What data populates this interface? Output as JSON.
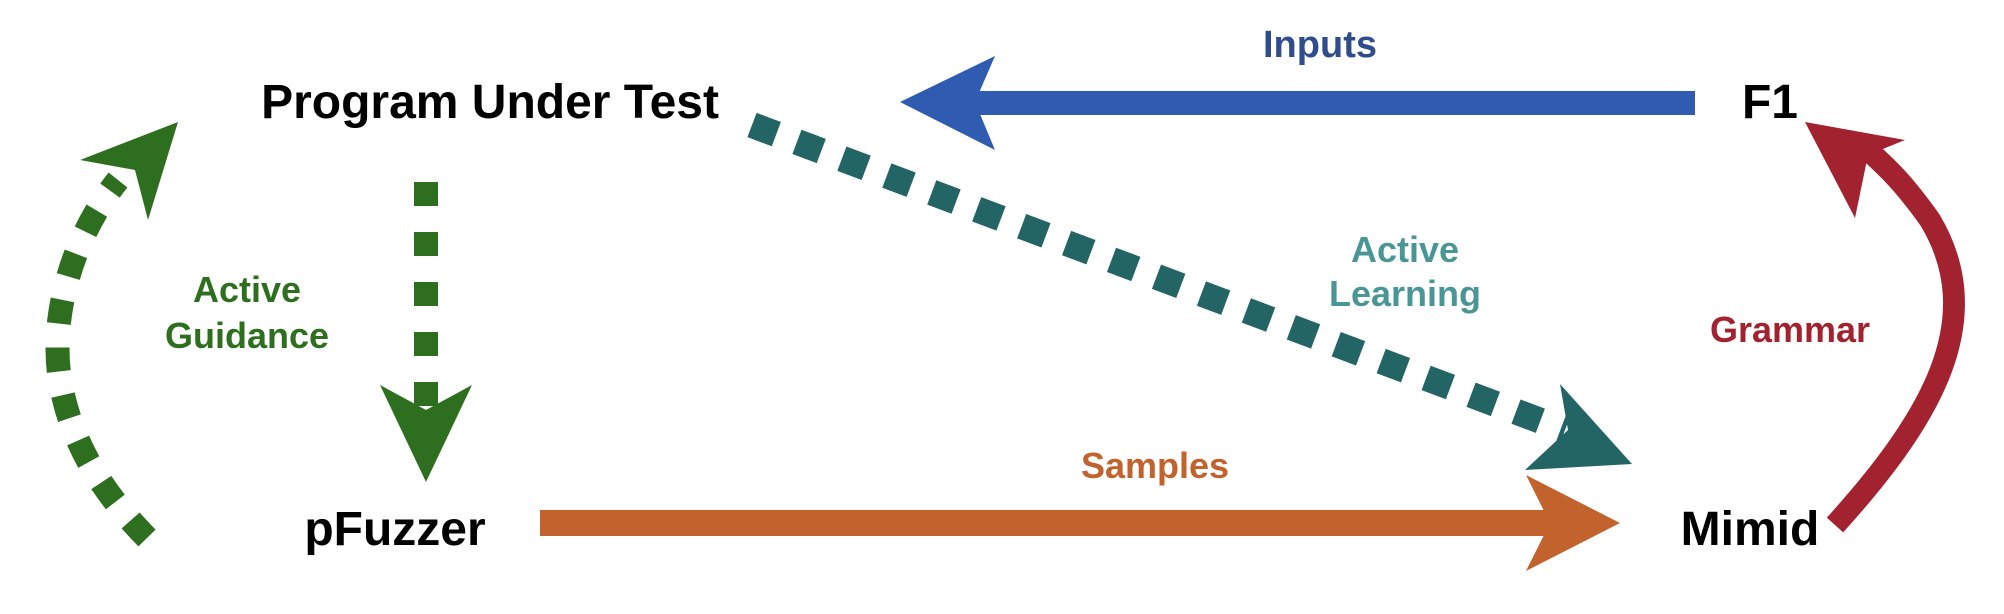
{
  "nodes": {
    "program_under_test": "Program Under Test",
    "pfuzzer": "pFuzzer",
    "mimid": "Mimid",
    "f1": "F1"
  },
  "edges": {
    "inputs": {
      "label": "Inputs",
      "color": "#2F5BB0"
    },
    "samples": {
      "label": "Samples",
      "color": "#C2622D"
    },
    "grammar": {
      "label": "Grammar",
      "color": "#A32230"
    },
    "active_guidance": {
      "label_line1": "Active",
      "label_line2": "Guidance",
      "color": "#2E6F1F"
    },
    "active_learning": {
      "label_line1": "Active",
      "label_line2": "Learning",
      "label_color": "#4A9595",
      "color": "#236464"
    }
  },
  "icons": {
    "arrow_style_solid": "solid-arrow",
    "arrow_style_dotted": "dotted-arrow"
  }
}
